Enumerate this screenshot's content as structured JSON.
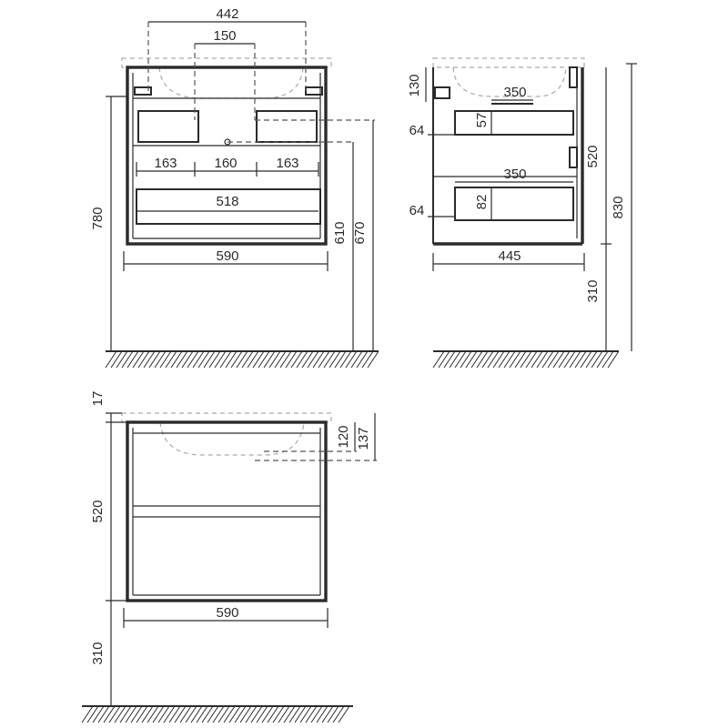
{
  "colors": {
    "line": "#2b2b2b",
    "ghost": "#aaaaaa",
    "background": "#ffffff"
  },
  "front_view": {
    "basin_spacing": "442",
    "drain_width": "150",
    "left_gap": "163",
    "middle_gap": "160",
    "right_gap": "163",
    "drawer_inner_width": "518",
    "total_width": "590",
    "total_height": "780",
    "height_610": "610",
    "height_670": "670"
  },
  "side_view": {
    "top_offset": "130",
    "upper_depth": "350",
    "upper_drawer_height": "57",
    "upper_drawer_offset": "64",
    "lower_depth": "350",
    "lower_drawer_height": "82",
    "lower_drawer_offset": "64",
    "body_height": "520",
    "overall_height": "830",
    "floor_gap": "310",
    "total_depth": "445"
  },
  "bottom_view": {
    "top_thickness": "17",
    "height_120": "120",
    "height_137": "137",
    "body_height": "520",
    "total_width": "590",
    "floor_gap": "310"
  }
}
